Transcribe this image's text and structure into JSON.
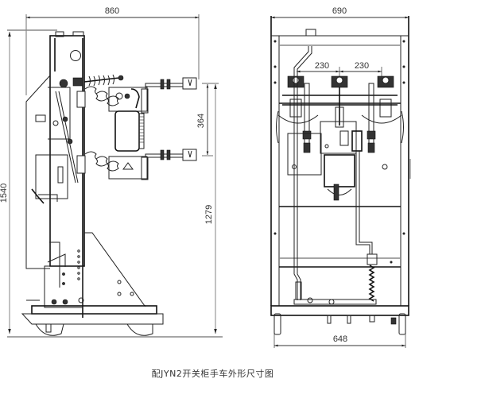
{
  "caption": "配JYN2开关柜手车外形尺寸图",
  "side_view": {
    "dimensions": {
      "overall_depth": "860",
      "overall_height": "1540",
      "terminal_spacing": "364",
      "lower_terminal_height": "1279"
    }
  },
  "front_view": {
    "dimensions": {
      "overall_width": "690",
      "phase_spacing_left": "230",
      "phase_spacing_right": "230",
      "wheel_track": "648"
    }
  },
  "colors": {
    "line": "#222222",
    "dimension_line": "#333333",
    "background": "#ffffff"
  }
}
